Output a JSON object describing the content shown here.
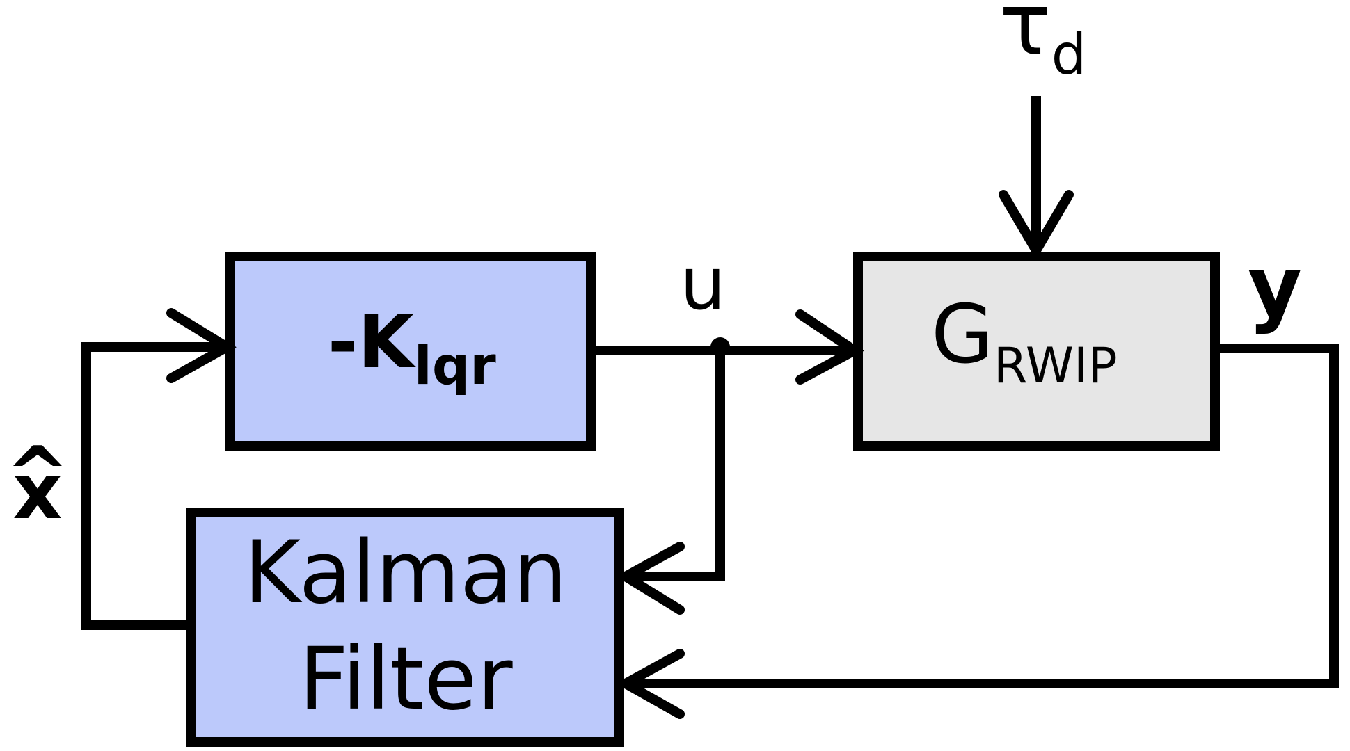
{
  "colors": {
    "controller_fill": "#bcc9fb",
    "kalman_fill": "#bcc9fb",
    "plant_fill": "#e6e6e6",
    "line": "#000000",
    "background": "#ffffff"
  },
  "blocks": {
    "controller": {
      "prefix": "-K",
      "subscript": "lqr"
    },
    "plant": {
      "main": "G",
      "subscript": "RWIP"
    },
    "kalman": {
      "line1": "Kalman",
      "line2": "Filter"
    }
  },
  "signals": {
    "control": "u",
    "output": "y",
    "estimate": "x",
    "estimate_accent": "^",
    "disturbance_main": "τ",
    "disturbance_sub": "d"
  }
}
